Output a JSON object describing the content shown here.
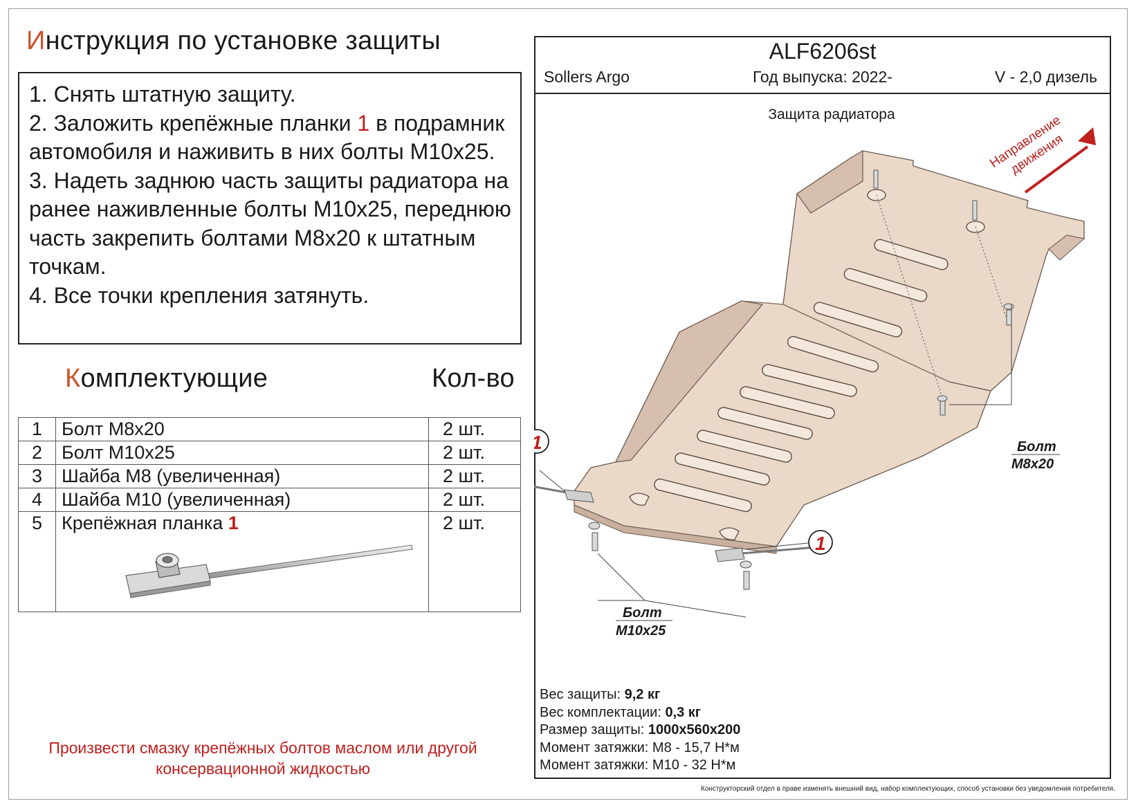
{
  "instructions": {
    "title_first": "И",
    "title_rest": "нструкция по установке защиты",
    "steps": [
      {
        "pre": "1. Снять штатную защиту.",
        "red": "",
        "post": ""
      },
      {
        "pre": "2. Заложить крепёжные планки ",
        "red": "1",
        "post": " в подрамник автомобиля и наживить в них болты М10х25."
      },
      {
        "pre": "3. Надеть заднюю часть защиты радиатора на ранее наживленные болты М10х25, переднюю часть закрепить болтами М8х20 к штатным точкам.",
        "red": "",
        "post": ""
      },
      {
        "pre": "4. Все точки крепления затянуть.",
        "red": "",
        "post": ""
      }
    ]
  },
  "parts": {
    "title_first": "К",
    "title_rest": "омплектующие",
    "qty_header": "Кол-во",
    "rows": [
      {
        "num": "1",
        "name": "Болт М8х20",
        "red": "",
        "qty": "2 шт."
      },
      {
        "num": "2",
        "name": "Болт М10х25",
        "red": "",
        "qty": "2 шт."
      },
      {
        "num": "3",
        "name": "Шайба М8 (увеличенная)",
        "red": "",
        "qty": "2 шт."
      },
      {
        "num": "4",
        "name": "Шайба М10 (увеличенная)",
        "red": "",
        "qty": "2 шт."
      },
      {
        "num": "5",
        "name": "Крепёжная планка ",
        "red": "1",
        "qty": "2 шт."
      }
    ]
  },
  "note": "Произвести смазку крепёжных болтов маслом или другой консервационной жидкостью",
  "header": {
    "code": "ALF6206st",
    "model": "Sollers Argo",
    "year": "Год выпуска: 2022-",
    "engine": "V - 2,0 дизель"
  },
  "drawing": {
    "subtitle": "Защита радиатора",
    "direction_line1": "Направление",
    "direction_line2": "движения",
    "callout_number": "1",
    "bolt_m8_line1": "Болт",
    "bolt_m8_line2": "М8х20",
    "bolt_m10_line1": "Болт",
    "bolt_m10_line2": "М10х25",
    "plate_color": "#ead8c8",
    "plate_shade": "#d6bfae",
    "accent_red": "#c0201e"
  },
  "specs": [
    {
      "label": "Вес защиты: ",
      "value": "9,2 кг"
    },
    {
      "label": "Вес комплектации: ",
      "value": "0,3 кг"
    },
    {
      "label": "Размер защиты: ",
      "value": "1000х560х200"
    },
    {
      "label": "Момент затяжки: ",
      "value": "М8 - 15,7 Н*м",
      "plain": true
    },
    {
      "label": "Момент затяжки: ",
      "value": "М10 - 32 Н*м",
      "plain": true
    }
  ],
  "disclaimer": "Конструкторский отдел в праве изменять внешний вид, набор комплектующих, способ установки без уведомления потребителя."
}
